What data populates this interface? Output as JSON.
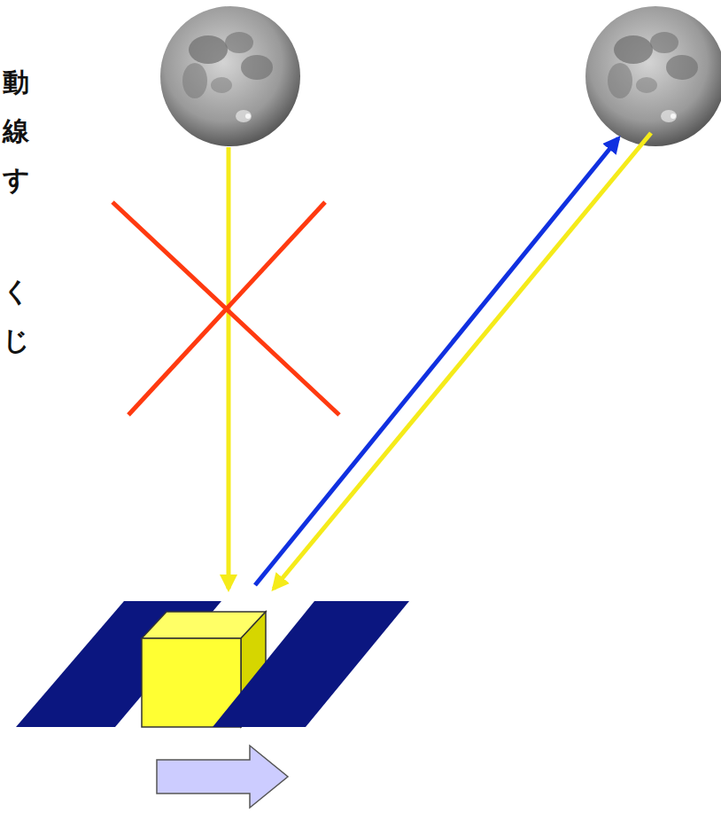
{
  "diagram": {
    "labels": [
      "動",
      "線",
      "す",
      "く",
      "じ"
    ]
  }
}
